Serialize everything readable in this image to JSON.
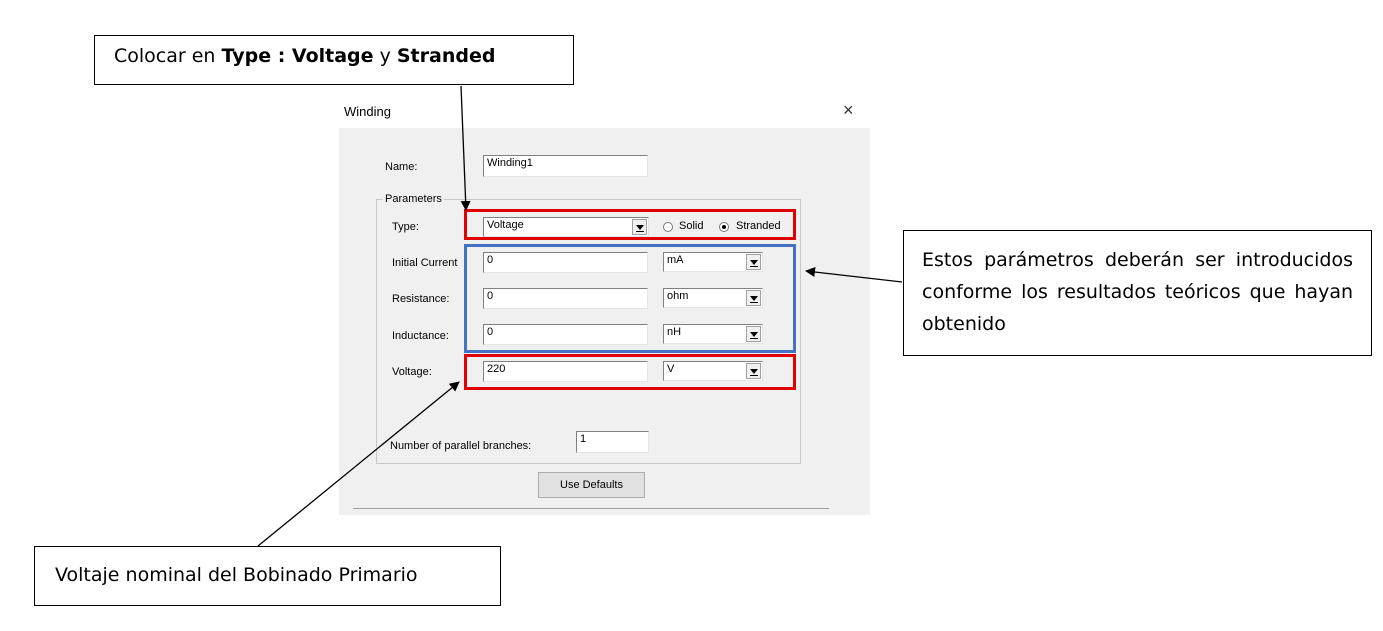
{
  "dialog": {
    "title": "Winding",
    "close_glyph": "×",
    "name_label": "Name:",
    "name_value": "Winding1",
    "parameters_label": "Parameters",
    "type_label": "Type:",
    "type_value": "Voltage",
    "solid_label": "Solid",
    "stranded_label": "Stranded",
    "selected_radio": "Stranded",
    "initial_current_label": "Initial Current",
    "initial_current_value": "0",
    "initial_current_unit": "mA",
    "resistance_label": "Resistance:",
    "resistance_value": "0",
    "resistance_unit": "ohm",
    "inductance_label": "Inductance:",
    "inductance_value": "0",
    "inductance_unit": "nH",
    "voltage_label": "Voltage:",
    "voltage_value": "220",
    "voltage_unit": "V",
    "branches_label": "Number of parallel branches:",
    "branches_value": "1",
    "use_defaults_label": "Use Defaults"
  },
  "callouts": {
    "top_prefix": "Colocar en ",
    "top_bold1": "Type : Voltage",
    "top_mid": " y ",
    "top_bold2": "Stranded",
    "right_text": "Estos parámetros deberán ser introducidos conforme los resultados teóricos que hayan obtenido",
    "bottom_text": "Voltaje nominal del Bobinado Primario"
  },
  "colors": {
    "red_highlight": "#e00000",
    "blue_highlight": "#4472c4",
    "dialog_background": "#f0f0f0"
  },
  "icons": {
    "close": "close-icon",
    "dropdown": "chevron-down-icon",
    "arrow": "arrow-icon"
  }
}
